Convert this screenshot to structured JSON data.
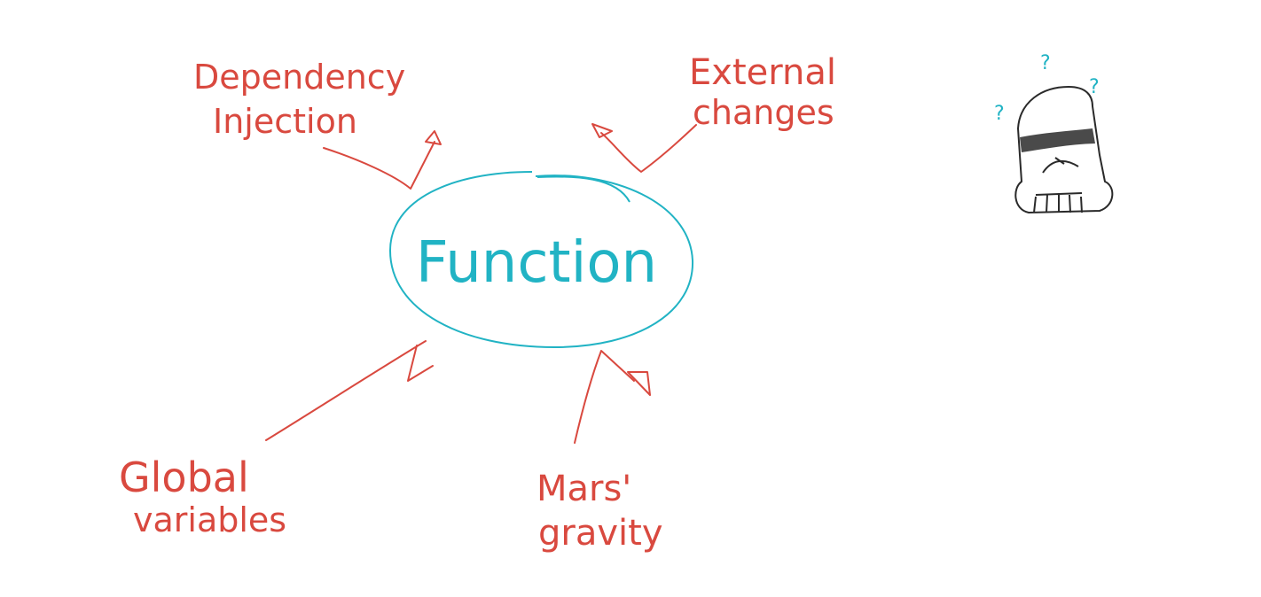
{
  "diagram": {
    "center_label": "Function",
    "labels": {
      "dependency_injection": [
        "Dependency",
        "Injection"
      ],
      "external_changes": [
        "External",
        "changes"
      ],
      "global_variables": [
        "Global",
        "variables"
      ],
      "mars_gravity": [
        "Mars'",
        "gravity"
      ]
    },
    "character_question_marks": [
      "?",
      "?",
      "?"
    ]
  },
  "colors": {
    "red": "#d9493f",
    "teal": "#21b3c4",
    "dark": "#2a2a2a"
  },
  "icons": [
    "worried-pillar-character-icon"
  ]
}
